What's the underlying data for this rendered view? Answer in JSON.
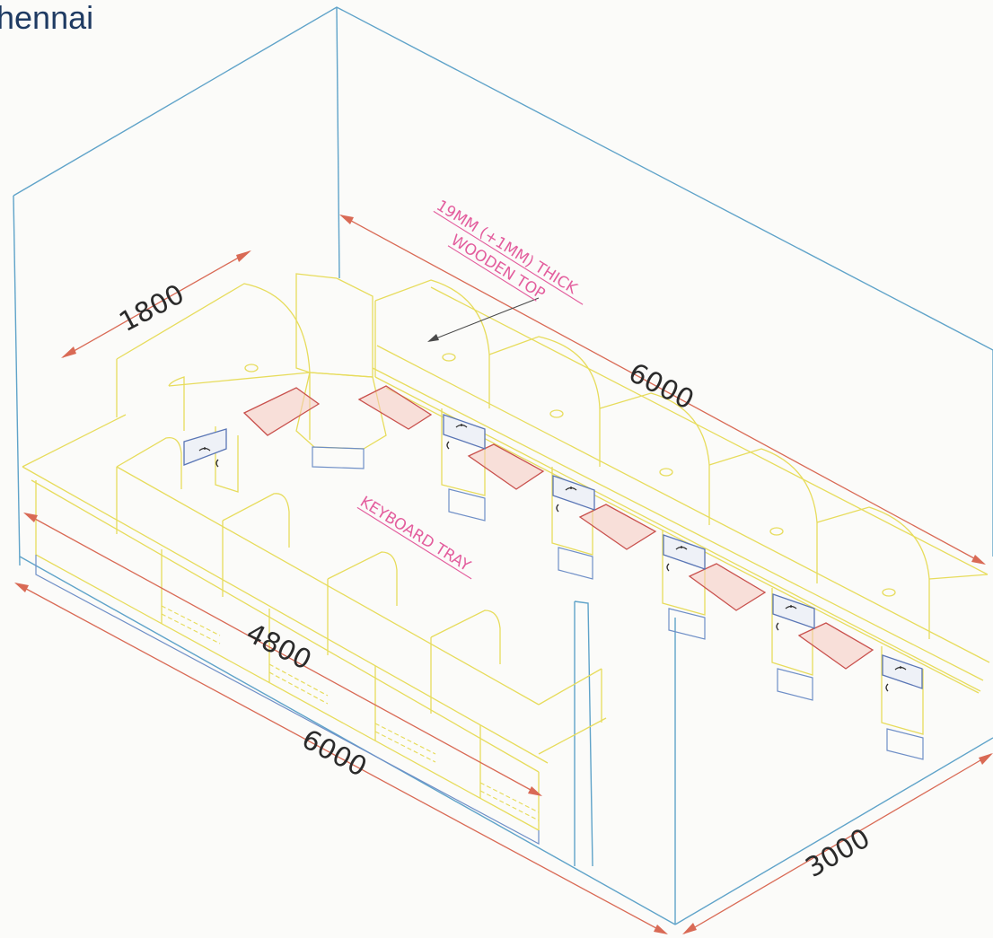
{
  "corner_text": "hennai",
  "dimensions": {
    "side_width": "1800",
    "back_length": "6000",
    "front_length": "6000",
    "inner_length": "4800",
    "room_depth": "3000"
  },
  "annotations": {
    "top_line1": "19MM (+1MM) THICK",
    "top_line2": "WOODEN TOP",
    "tray": "KEYBOARD TRAY"
  },
  "colors": {
    "room_outline": "#5fa3c9",
    "furniture_outline": "#e7dc5c",
    "dimension_line": "#d96a55",
    "annotation_text": "#e35d9d",
    "keyboard_tray": "#c9514d",
    "corner_text": "#1f3b63"
  },
  "icons": [
    "telephone-icon",
    "keyboard-tray-icon",
    "grommet-icon"
  ]
}
